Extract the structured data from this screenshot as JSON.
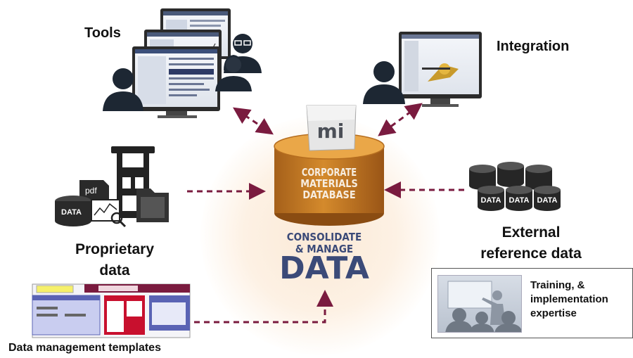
{
  "labels": {
    "tools": "Tools",
    "integration": "Integration",
    "proprietary_line1": "Proprietary",
    "proprietary_line2": "data",
    "external_line1": "External",
    "external_line2": "reference data",
    "templates": "Data management templates",
    "training_line1": "Training, &",
    "training_line2": "implementation",
    "training_line3": "expertise"
  },
  "database": {
    "logo": "mi",
    "line1": "CORPORATE",
    "line2": "MATERIALS",
    "line3": "DATABASE"
  },
  "center": {
    "line1": "CONSOLIDATE",
    "line2": "& MANAGE",
    "line3": "DATA"
  },
  "icons": {
    "pdf": "pdf",
    "data": "DATA"
  },
  "colors": {
    "arrow": "#7a1b3f",
    "db_top": "#e8a23c",
    "db_body": "#c9781e",
    "db_dark": "#8a4c12",
    "center_text": "#3b4a78"
  }
}
